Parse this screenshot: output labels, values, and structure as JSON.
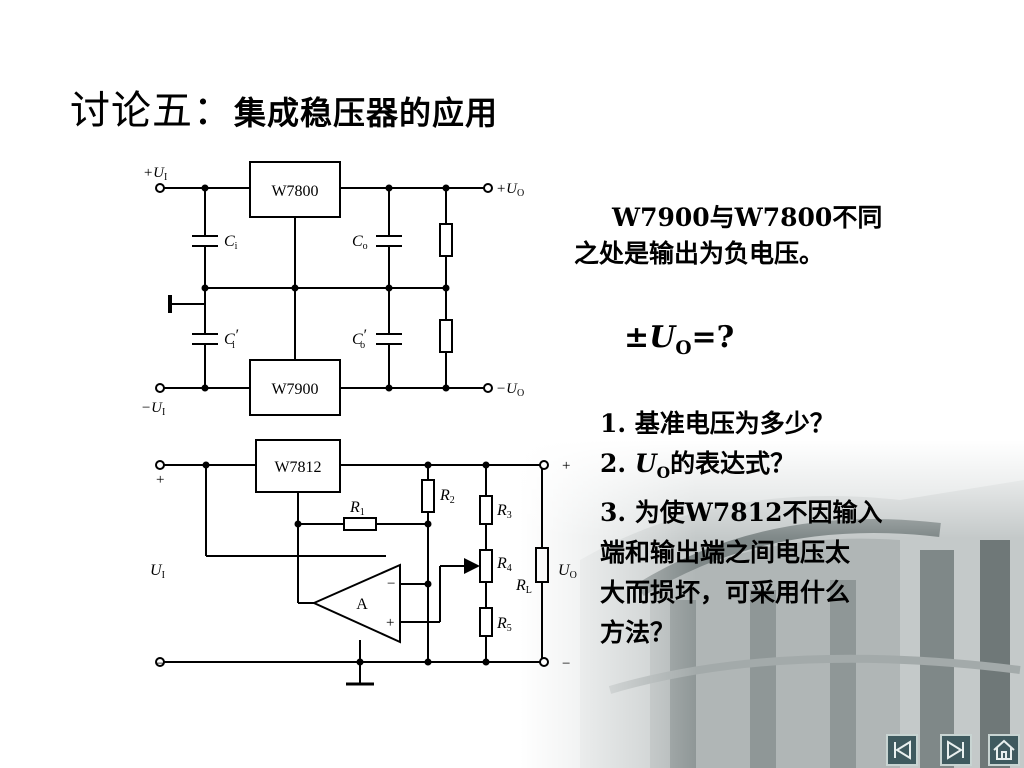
{
  "title": {
    "main": "讨论五：",
    "sub": "集成稳压器的应用"
  },
  "diff_text": {
    "line1": "W7900与W7800不同",
    "line2": "之处是输出为负电压。"
  },
  "uo_question": {
    "prefix": "±",
    "symbol": "U",
    "subscript": "O",
    "suffix": "=?"
  },
  "questions": {
    "q1": "1.  基准电压为多少？",
    "q2_prefix": "2.  ",
    "q2_symbol": "U",
    "q2_subscript": "O",
    "q2_suffix": "的表达式？",
    "q3_lines": [
      "3.  为使W7812不因输入",
      "端和输出端之间电压太",
      "大而损坏，可采用什么",
      "方法？"
    ]
  },
  "circuit1": {
    "regulator_top": "W7800",
    "regulator_bottom": "W7900",
    "in_pos_prefix": "+U",
    "in_pos_sub": "I",
    "in_neg_prefix": "−U",
    "in_neg_sub": "I",
    "out_pos_prefix": "+U",
    "out_pos_sub": "O",
    "out_neg_prefix": "−U",
    "out_neg_sub": "O",
    "cap_ci": "C",
    "cap_ci_sub": "i",
    "cap_co": "C",
    "cap_co_sub": "o",
    "cap_ci_prime": "C",
    "cap_ci_prime_sub": "i",
    "prime": "′",
    "cap_co_prime": "C",
    "cap_co_prime_sub": "o"
  },
  "circuit2": {
    "regulator": "W7812",
    "opamp": "A",
    "plus": "+",
    "minus": "−",
    "in_label": "U",
    "in_sub": "I",
    "out_label": "U",
    "out_sub": "O",
    "r1": "R",
    "r1_sub": "1",
    "r2": "R",
    "r2_sub": "2",
    "r3": "R",
    "r3_sub": "3",
    "r4": "R",
    "r4_sub": "4",
    "r5": "R",
    "r5_sub": "5",
    "rl": "R",
    "rl_sub": "L"
  },
  "nav": {
    "prev_icon": "skip-back-icon",
    "next_icon": "skip-forward-icon",
    "home_icon": "home-icon"
  },
  "colors": {
    "nav_bg": "#3f5a5f",
    "nav_frame": "#c8d4d2",
    "photo_tone": "#9aa3a3"
  }
}
